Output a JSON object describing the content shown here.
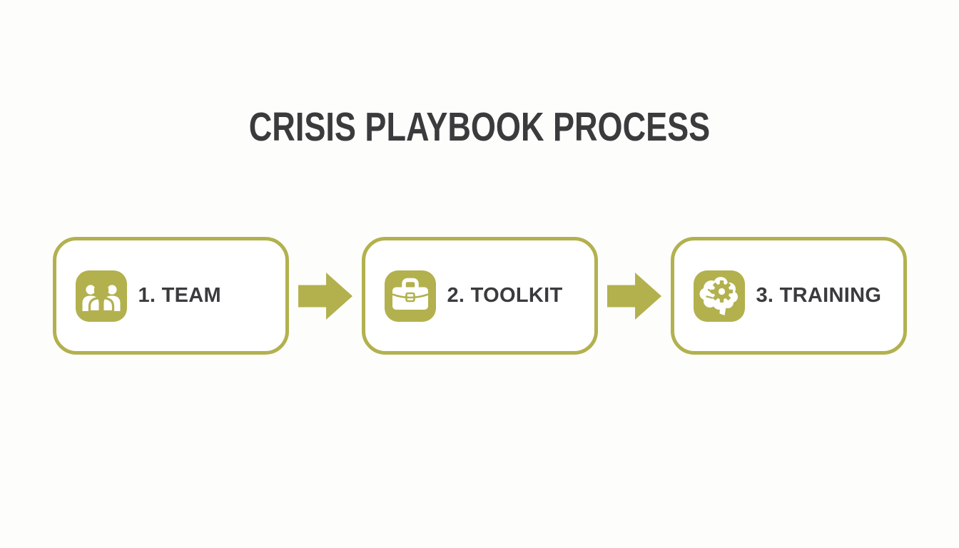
{
  "title": "CRISIS PLAYBOOK PROCESS",
  "steps": [
    {
      "label": "1. TEAM",
      "icon": "team-icon"
    },
    {
      "label": "2. TOOLKIT",
      "icon": "toolkit-icon"
    },
    {
      "label": "3. TRAINING",
      "icon": "training-icon"
    }
  ],
  "connector_icon": "arrow-right-icon",
  "colors": {
    "accent": "#b2b14e",
    "ink": "#3b3b3d",
    "background": "#fdfdfc",
    "icon_glyph": "#ffffff"
  }
}
